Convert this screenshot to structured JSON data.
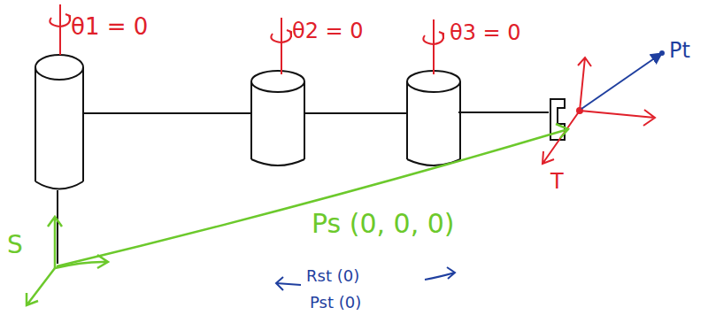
{
  "diagram": {
    "labels": [
      "θ1 = 0",
      "θ2 = 0",
      "θ3 = 0",
      "Pt",
      "T",
      "S",
      "Ps (0, 0, 0)",
      "Rst (0)",
      "Pst (0)"
    ]
  }
}
